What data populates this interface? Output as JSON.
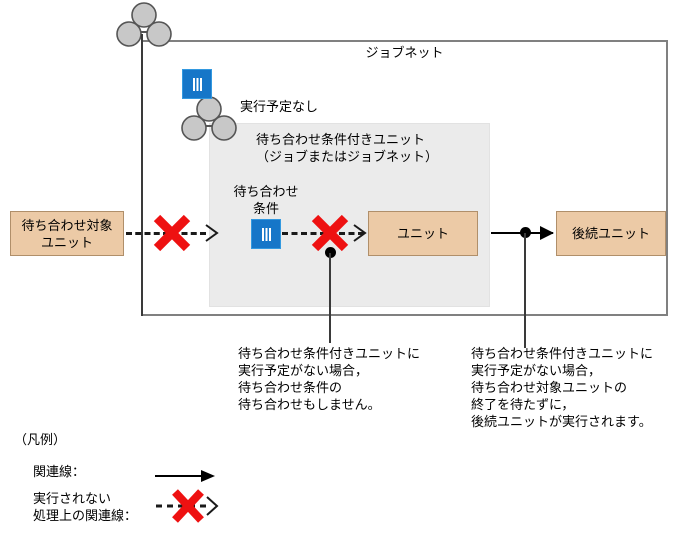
{
  "diagram": {
    "jobnet_frame_label": "ジョブネット",
    "no_schedule_label": "実行予定なし",
    "gray_panel_caption": "待ち合わせ条件付きユニット\n（ジョブまたはジョブネット）",
    "wait_condition_label": "待ち合わせ\n条件",
    "boxes": {
      "wait_target_unit": "待ち合わせ対象\nユニット",
      "unit": "ユニット",
      "successor_unit": "後続ユニット"
    },
    "annotations": {
      "center_note": "待ち合わせ条件付きユニットに\n実行予定がない場合，\n待ち合わせ条件の\n待ち合わせもしません。",
      "right_note": "待ち合わせ条件付きユニットに\n実行予定がない場合，\n待ち合わせ対象ユニットの\n終了を待たずに，\n後続ユニットが実行されます。"
    },
    "icons": {
      "jobnet_icon_name": "jobnet-three-circles-icon",
      "blue_unit_icon_name": "pause-bars-icon",
      "x_mark_name": "red-x-mark-icon"
    }
  },
  "legend": {
    "title": "（凡例）",
    "items": [
      {
        "label": "関連線：",
        "symbol": "solid-arrow"
      },
      {
        "label": "実行されない\n処理上の関連線：",
        "symbol": "dashed-arrow-with-x"
      }
    ]
  },
  "colors": {
    "box_fill": "#eccaa6",
    "box_border": "#b08f6a",
    "panel_fill": "#ebebeb",
    "frame_border": "#808080",
    "accent_blue": "#1676c8",
    "x_red": "#ee1111",
    "circle_fill": "#c8c8c8"
  }
}
